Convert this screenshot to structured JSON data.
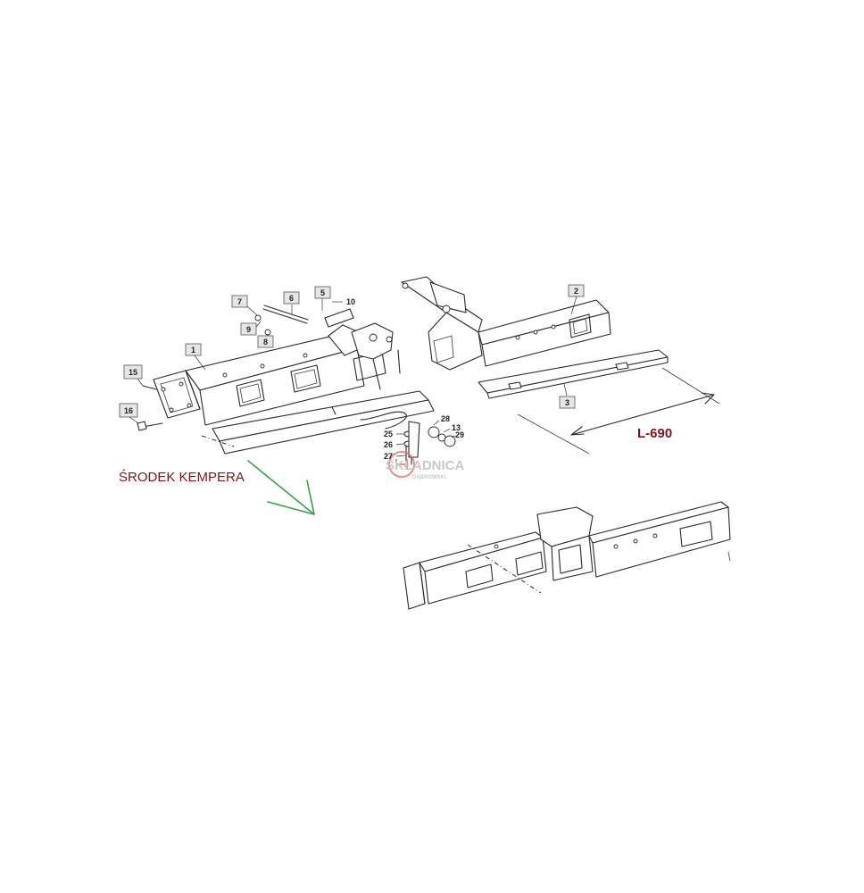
{
  "diagram": {
    "part_numbers": [
      "1",
      "2",
      "3",
      "5",
      "6",
      "7",
      "8",
      "9",
      "10",
      "13",
      "15",
      "16",
      "25",
      "26",
      "27",
      "28",
      "29"
    ],
    "annotations": {
      "center_label": "ŚRODEK KEMPERA",
      "length_label": "L-690"
    },
    "watermark": {
      "brand": "SKŁADNICA",
      "subline": "DĄBROWSKI"
    },
    "colors": {
      "annotation_red": "#7a1520",
      "arrow_green": "#3aa04a",
      "callout_fill": "#e6e6e6",
      "line": "#2a2a2a"
    }
  }
}
